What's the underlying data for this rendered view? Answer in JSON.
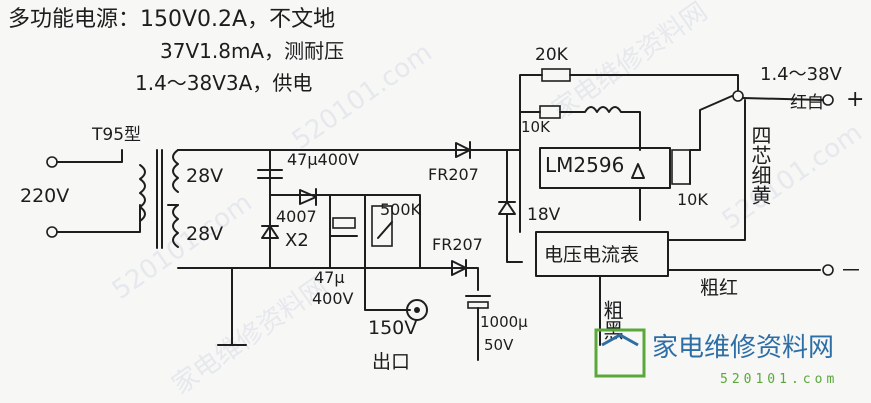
{
  "header": {
    "line1": "多功能电源：150V0.2A，不文地",
    "line2": "37V1.8mA，测耐压",
    "line3": "1.4～38V3A，供电"
  },
  "labels": {
    "transformer": "T95型",
    "input_voltage": "220V",
    "winding_top": "28V",
    "winding_bottom": "28V",
    "cap_main": "47μ400V",
    "diode_4007": "4007",
    "diode_x2": "X2",
    "cap_47u": "47μ",
    "cap_47u_v": "400V",
    "pot_500k": "500K",
    "out_150v": "150V",
    "out_150v_sub": "出口",
    "diode_fr207_top": "FR207",
    "diode_fr207_bottom": "FR207",
    "zener_18v": "18V",
    "cap_1000u": "1000μ",
    "cap_1000u_v": "50V",
    "res_20k": "20K",
    "res_10k": "10K",
    "ic": "LM2596",
    "pot_10k": "10K",
    "module": "电压电流表",
    "out_range": "1.4～38V",
    "wire_red": "红白",
    "plus": "+",
    "minus": "－",
    "wire_thick_red": "粗红",
    "wire_thick_black": "粗黑",
    "vertical_wires": "四芯细黄"
  },
  "watermark": {
    "brand": "家电维修资料网",
    "url": "520101.com"
  },
  "colors": {
    "ink": "#1e1e1e",
    "paper": "#f7f7f5",
    "logo_blue": "#2e6ea6",
    "logo_green": "#5aa83a"
  }
}
